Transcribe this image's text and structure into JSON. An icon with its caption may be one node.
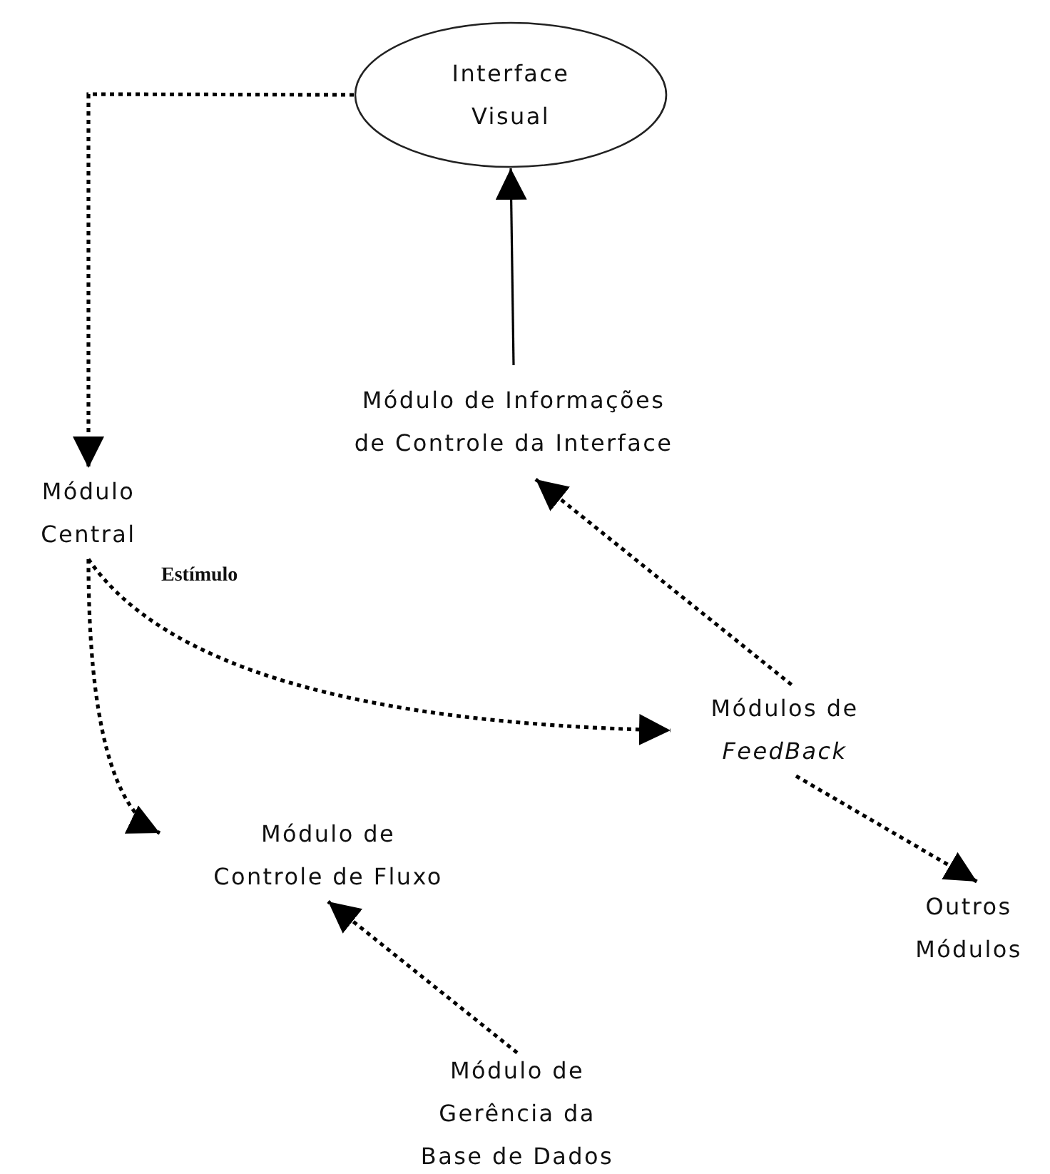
{
  "diagram": {
    "nodes": [
      {
        "text": [
          "Interface Visual"
        ]
      },
      {
        "text": [
          "Módulo de Informações de Controle da Interface"
        ]
      },
      {
        "text": [
          "Módulo Central"
        ]
      },
      {
        "text": [
          "Módulos de *FeedBack*"
        ]
      },
      {
        "text": [
          "Módulo de Controle de Fluxo"
        ]
      },
      {
        "text": [
          "Outros Módulos"
        ]
      },
      {
        "text": [
          "Módulo de Gerência da Base de Dados"
        ]
      }
    ],
    "edges": [
      {
        "from": 0,
        "to": 2,
        "arrow": "to",
        "style": "dashed"
      },
      {
        "from": 1,
        "to": 0,
        "arrow": "to"
      },
      {
        "from": 3,
        "to": 1,
        "arrow": "to",
        "style": "dashed"
      },
      {
        "from": 2,
        "to": 3,
        "arrow": "to",
        "style": "dashed",
        "label": "Estímulo"
      },
      {
        "from": 2,
        "to": 4,
        "arrow": "to",
        "style": "dashed"
      },
      {
        "from": 3,
        "to": 5,
        "arrow": "to",
        "style": "dashed"
      },
      {
        "from": 6,
        "to": 4,
        "arrow": "to",
        "style": "dashed"
      }
    ]
  }
}
